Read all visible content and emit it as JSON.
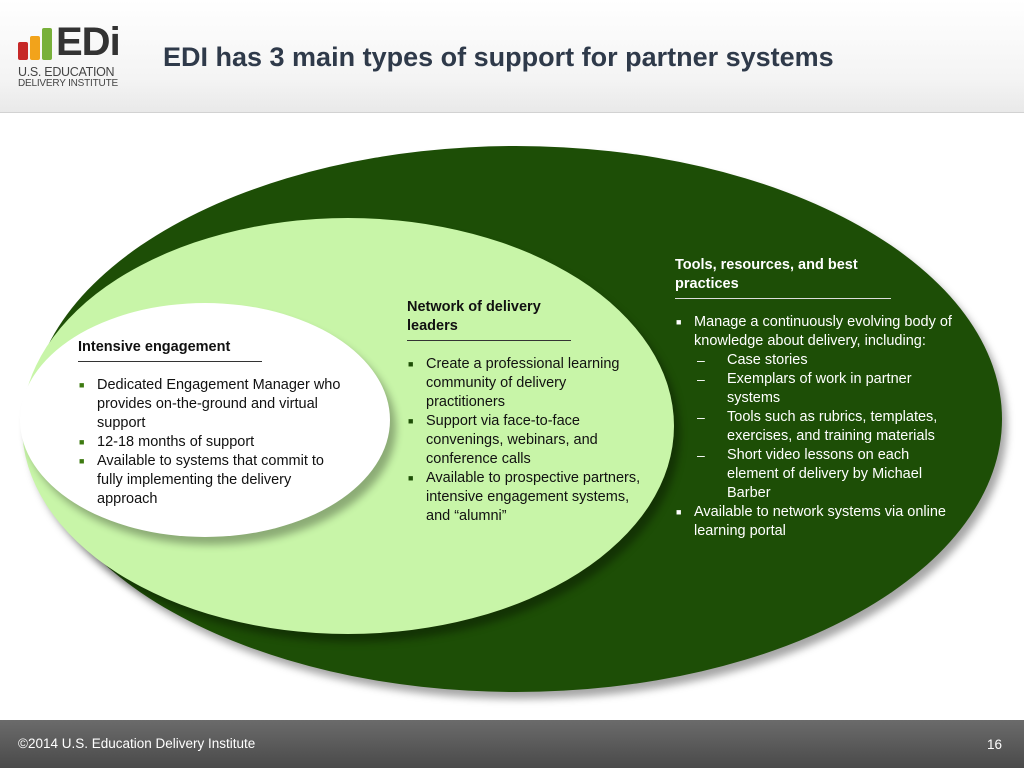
{
  "logo": {
    "mark": "EDi",
    "line1": "U.S. EDUCATION",
    "line2": "DELIVERY INSTITUTE"
  },
  "title": "EDI has 3 main types of support for partner systems",
  "sections": {
    "inner": {
      "heading": "Intensive engagement",
      "bullets": [
        "Dedicated Engagement Manager who provides on-the-ground and virtual support",
        "12-18 months of support",
        "Available to systems that commit to fully implementing the delivery approach"
      ]
    },
    "mid": {
      "heading": "Network of delivery leaders",
      "bullets": [
        "Create a professional learning community of delivery practitioners",
        "Support via face-to-face convenings, webinars, and conference calls",
        "Available to prospective partners, intensive engagement systems, and “alumni”"
      ]
    },
    "outer": {
      "heading": "Tools, resources, and best practices",
      "bullet1": "Manage a continuously evolving body of knowledge about delivery, including:",
      "sub": [
        "Case stories",
        "Exemplars of work in partner systems",
        "Tools such as rubrics, templates, exercises, and training materials",
        "Short video lessons on each element of delivery by Michael Barber"
      ],
      "bullet2": "Available to network systems via online learning portal"
    }
  },
  "footer": {
    "copyright": "©2014 U.S. Education Delivery Institute",
    "page_number": "16"
  },
  "colors": {
    "outer_ellipse": "#1d4e06",
    "middle_ellipse": "#c8f5a8",
    "inner_ellipse": "#ffffff",
    "logo_bars": [
      "#c62828",
      "#f2a31b",
      "#78b03a"
    ]
  }
}
